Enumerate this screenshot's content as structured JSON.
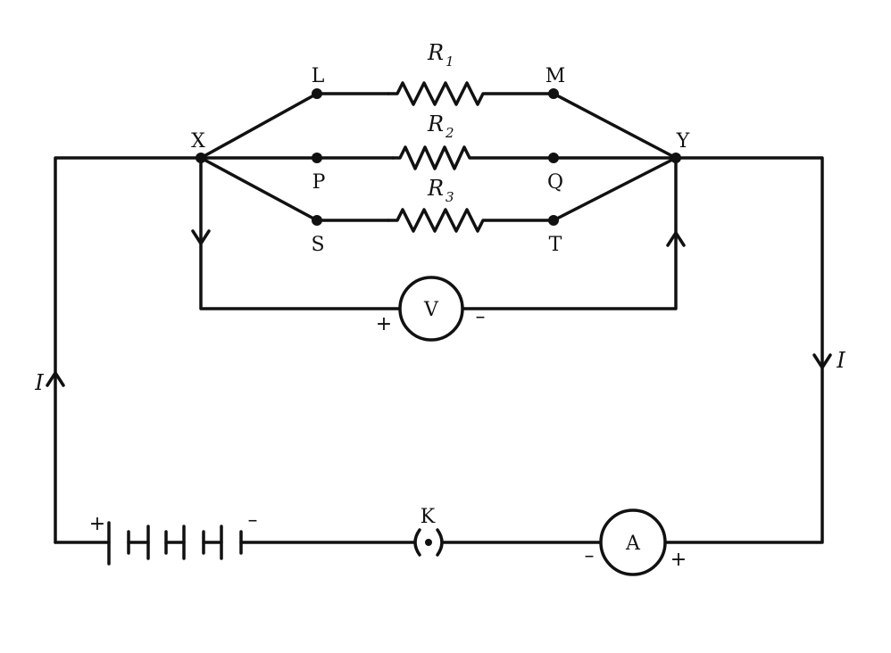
{
  "nodes": {
    "x": "X",
    "y": "Y",
    "l": "L",
    "m": "M",
    "p": "P",
    "q": "Q",
    "s": "S",
    "t": "T"
  },
  "resistors": {
    "r1": {
      "base": "R",
      "sub": "1"
    },
    "r2": {
      "base": "R",
      "sub": "2"
    },
    "r3": {
      "base": "R",
      "sub": "3"
    }
  },
  "voltmeter": {
    "label": "V",
    "plus": "+",
    "minus": "–"
  },
  "ammeter": {
    "label": "A",
    "plus": "+",
    "minus": "–"
  },
  "key": {
    "label": "K"
  },
  "battery": {
    "plus": "+",
    "minus": "–"
  },
  "current": {
    "left": "I",
    "right": "I"
  }
}
